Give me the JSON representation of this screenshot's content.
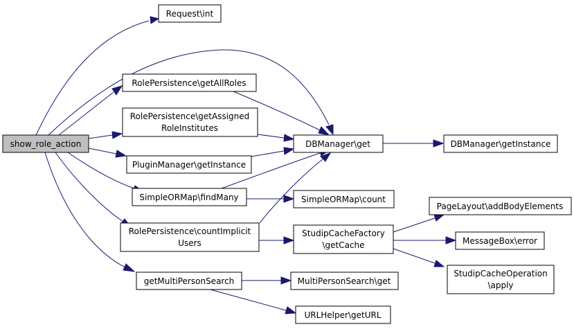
{
  "nodes": {
    "show_role_action": "show_role_action",
    "request_int": "Request\\int",
    "get_all_roles": "RolePersistence\\getAllRoles",
    "get_assigned_1": "RolePersistence\\getAssigned",
    "get_assigned_2": "RoleInstitutes",
    "plugin_manager": "PluginManager\\getInstance",
    "find_many": "SimpleORMap\\findMany",
    "count_implicit_1": "RolePersistence\\countImplicit",
    "count_implicit_2": "Users",
    "multi_person_search": "getMultiPersonSearch",
    "db_get": "DBManager\\get",
    "db_get_instance": "DBManager\\getInstance",
    "orm_count": "SimpleORMap\\count",
    "cache_factory_1": "StudipCacheFactory",
    "cache_factory_2": "\\getCache",
    "add_body_elements": "PageLayout\\addBodyElements",
    "message_error": "MessageBox\\error",
    "cache_op_1": "StudipCacheOperation",
    "cache_op_2": "\\apply",
    "mps_get": "MultiPersonSearch\\get",
    "url_helper": "URLHelper\\getURL"
  },
  "colors": {
    "edge": "#191970",
    "root_fill": "#bfbfbf",
    "node_fill": "#ffffff",
    "border": "#000000"
  }
}
